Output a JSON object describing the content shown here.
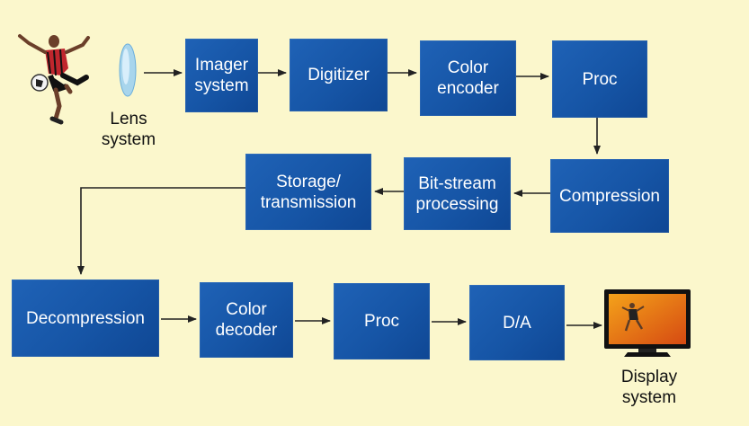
{
  "blocks": {
    "imager": "Imager system",
    "digitizer": "Digitizer",
    "color_encoder": "Color encoder",
    "proc_top": "Proc",
    "compression": "Compression",
    "bitstream": "Bit-stream processing",
    "storage": "Storage/ transmission",
    "decompression": "Decompression",
    "color_decoder": "Color decoder",
    "proc_bottom": "Proc",
    "da": "D/A"
  },
  "labels": {
    "lens": "Lens system",
    "display": "Display system"
  },
  "colors": {
    "background": "#fbf7cc",
    "block": "#1a5aad",
    "text": "#ffffff",
    "arrow": "#222222"
  },
  "icons": [
    "soccer-player-icon",
    "lens-icon",
    "tv-display-icon"
  ]
}
